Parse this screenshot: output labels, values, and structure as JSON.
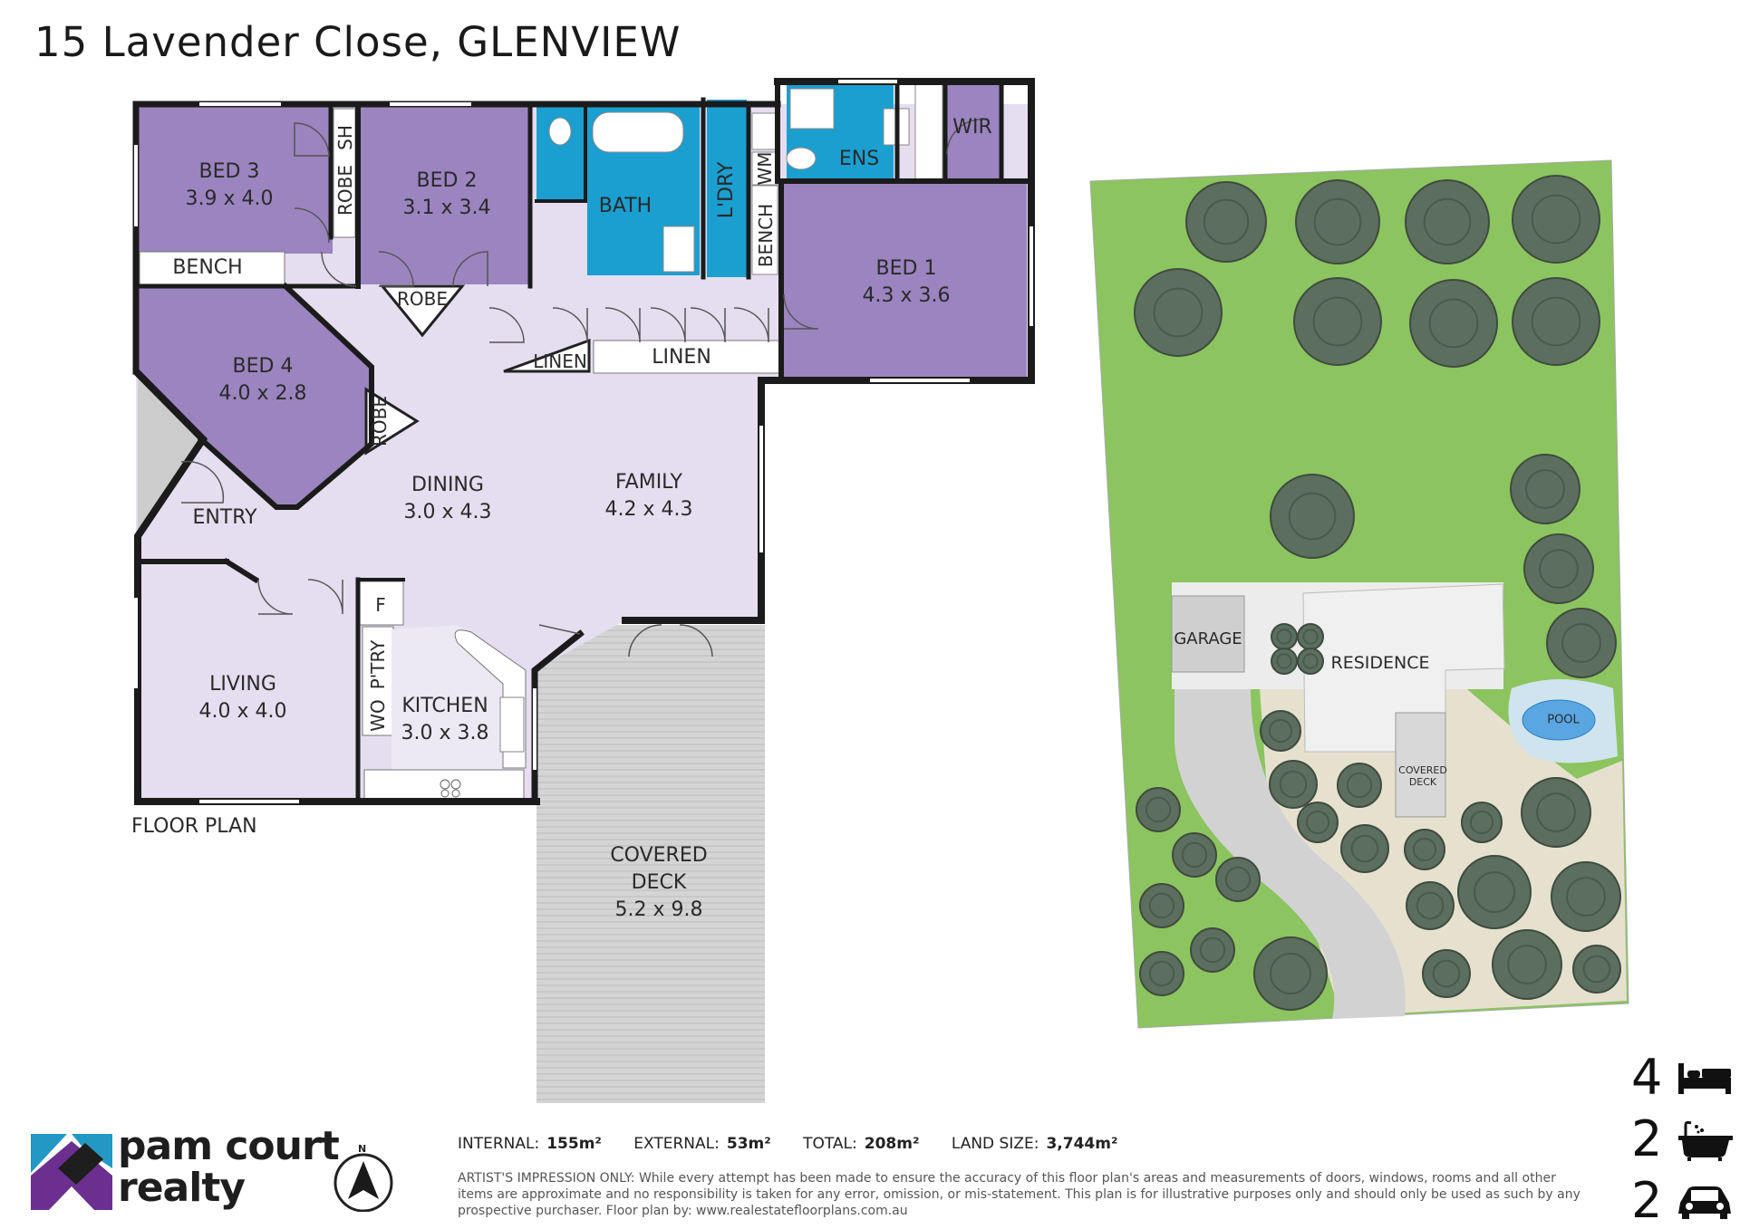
{
  "title": "15 Lavender Close, GLENVIEW",
  "floor_plan": {
    "caption": "FLOOR PLAN",
    "rooms": {
      "bed3": {
        "name": "BED 3",
        "size": "3.9 x 4.0"
      },
      "bed2": {
        "name": "BED 2",
        "size": "3.1 x 3.4"
      },
      "bed1": {
        "name": "BED 1",
        "size": "4.3 x 3.6"
      },
      "bed4": {
        "name": "BED 4",
        "size": "4.0 x 2.8"
      },
      "dining": {
        "name": "DINING",
        "size": "3.0 x 4.3"
      },
      "family": {
        "name": "FAMILY",
        "size": "4.2 x 4.3"
      },
      "living": {
        "name": "LIVING",
        "size": "4.0 x 4.0"
      },
      "kitchen": {
        "name": "KITCHEN",
        "size": "3.0 x 3.8"
      },
      "deck": {
        "name": "COVERED\nDECK",
        "line1": "COVERED",
        "line2": "DECK",
        "size": "5.2 x 9.8"
      }
    },
    "labels": {
      "bath": "BATH",
      "ens": "ENS",
      "wir": "WIR",
      "ldry": "L'DRY",
      "wm": "WM",
      "bench_vertical": "BENCH",
      "bench": "BENCH",
      "robe_bed3": "ROBE",
      "sh": "SH",
      "robe_bed2": "ROBE",
      "robe_bed4": "ROBE",
      "linen_small": "LINEN",
      "linen": "LINEN",
      "entry": "ENTRY",
      "fridge": "F",
      "pantry": "P'TRY",
      "wo": "WO"
    }
  },
  "site_plan": {
    "garage": "GARAGE",
    "residence": "RESIDENCE",
    "pool": "POOL",
    "covered_deck_line1": "COVERED",
    "covered_deck_line2": "DECK"
  },
  "stats": {
    "internal_label": "INTERNAL:",
    "internal_value": "155m²",
    "external_label": "EXTERNAL:",
    "external_value": "53m²",
    "total_label": "TOTAL:",
    "total_value": "208m²",
    "land_label": "LAND SIZE:",
    "land_value": "3,744m²"
  },
  "disclaimer": "ARTIST'S IMPRESSION ONLY: While every attempt has been made to ensure the accuracy of this floor plan's areas and measurements of doors, windows, rooms and all other items are approximate and no responsibility is taken for any error, omission, or mis-statement. This plan is for illustrative purposes only and should only be used as such by any prospective purchaser. Floor plan by: www.realestatefloorplans.com.au",
  "features": {
    "bedrooms": "4",
    "bathrooms": "2",
    "cars": "2"
  },
  "brand": {
    "line1": "pam court",
    "line2": "realty"
  },
  "compass_letter": "N",
  "colors": {
    "bedroom": "#9b84bf",
    "living": "#e4def0",
    "wet": "#1a9fd0",
    "deck": "#d4d4d4",
    "lawn": "#8cc460",
    "paving": "#e6e1cf",
    "driveway": "#d2d2d2",
    "tree": "#5c6e5e",
    "pool": "#5aa6e2",
    "logo_purple": "#6b2f8f",
    "logo_teal": "#2398c4"
  }
}
